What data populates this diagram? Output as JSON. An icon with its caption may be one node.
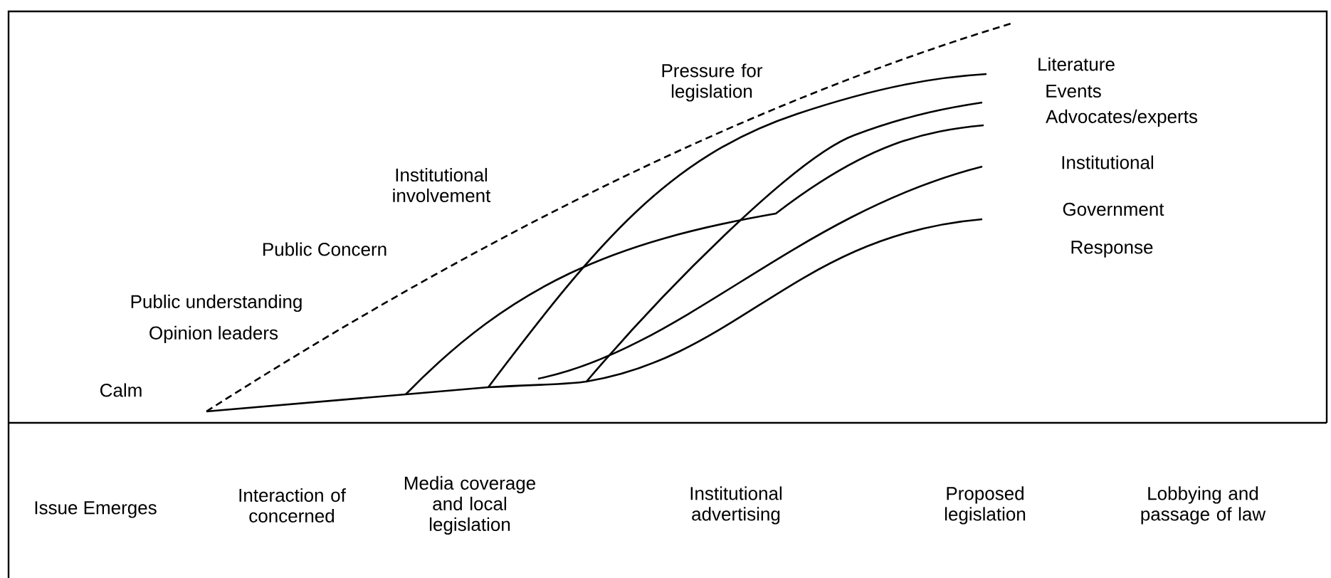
{
  "diagram": {
    "labels": [
      "Pressure for legislation",
      "Institutional involvement",
      "Public Concern",
      "Public understanding",
      "Opinion leaders",
      "Calm",
      "Literature",
      "Events",
      "Advocates/experts",
      "Institutional",
      "Government",
      "Response",
      "Issue Emerges",
      "Interaction of concerned",
      "Media coverage and local legislation",
      "Institutional advertising",
      "Proposed legislation",
      "Lobbying and passage of law"
    ]
  }
}
